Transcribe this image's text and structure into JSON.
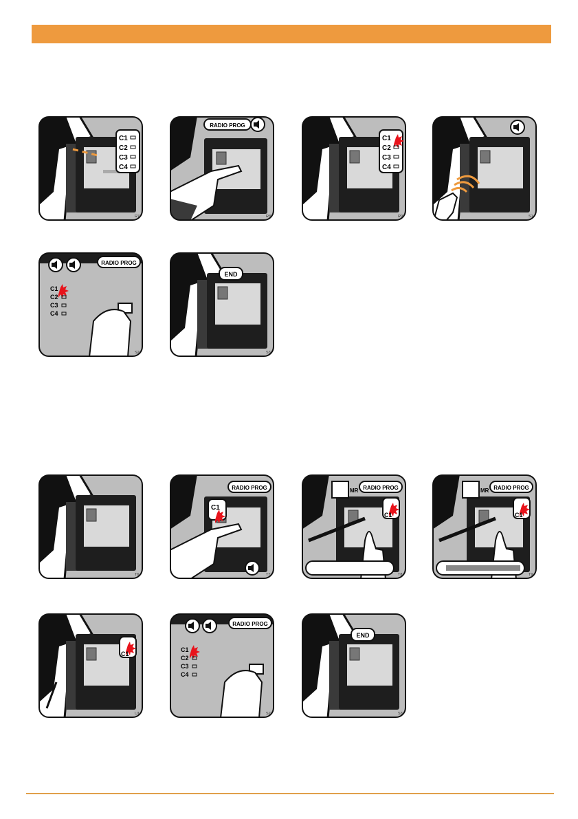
{
  "header": {
    "color": "#ee9a3e"
  },
  "labels": {
    "radio_prog": "RADIO PROG",
    "end": "END",
    "mr": "MR",
    "c1": "C1",
    "c2": "C2",
    "c3": "C3",
    "c4": "C4"
  },
  "panels": [
    {
      "code": "R7"
    },
    {
      "code": "R8"
    },
    {
      "code": "R9"
    },
    {
      "code": "S1"
    },
    {
      "code": "S2"
    },
    {
      "code": "S3"
    },
    {
      "code": "T6"
    },
    {
      "code": "T7"
    },
    {
      "code": "T8"
    },
    {
      "code": "T9"
    },
    {
      "code": "U1"
    },
    {
      "code": "S2"
    },
    {
      "code": "S3"
    }
  ],
  "colors": {
    "accent": "#ee9a3e",
    "led_red": "#e8131b",
    "panel_bg": "#bdbdbd",
    "box": "#1e1e1e"
  }
}
